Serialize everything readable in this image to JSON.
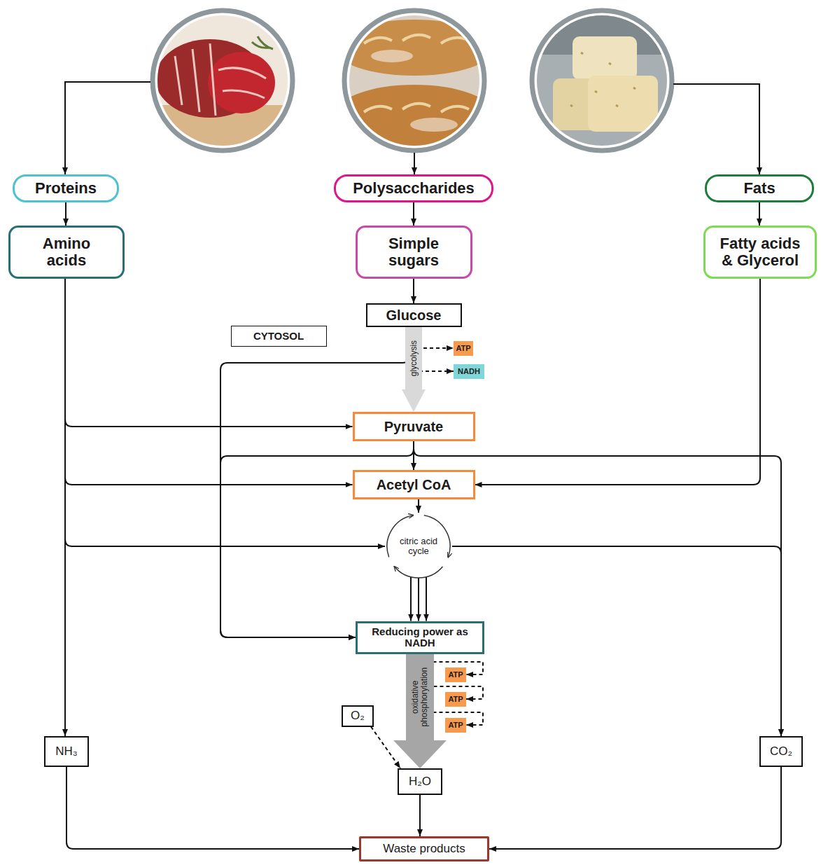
{
  "diagram": {
    "nodes": [
      {
        "text": [
          "Proteins"
        ]
      },
      {
        "text": [
          "Polysaccharides"
        ]
      },
      {
        "text": [
          "Fats"
        ]
      },
      {
        "text": [
          "Amino acids"
        ]
      },
      {
        "text": [
          "Simple sugars"
        ]
      },
      {
        "text": [
          "Fatty acids & Glycerol"
        ]
      },
      {
        "text": [
          "Glucose"
        ]
      },
      {
        "text": [
          "CYTOSOL"
        ]
      },
      {
        "text": [
          "ATP"
        ]
      },
      {
        "text": [
          "NADH"
        ]
      },
      {
        "text": [
          "Pyruvate"
        ]
      },
      {
        "text": [
          "Acetyl CoA"
        ]
      },
      {
        "text": [
          "citric acid cycle"
        ]
      },
      {
        "text": [
          "Reducing power as NADH"
        ]
      },
      {
        "text": [
          "ATP"
        ]
      },
      {
        "text": [
          "ATP"
        ]
      },
      {
        "text": [
          "ATP"
        ]
      },
      {
        "text": [
          "O₂"
        ]
      },
      {
        "text": [
          "NH₃"
        ]
      },
      {
        "text": [
          "CO₂"
        ]
      },
      {
        "text": [
          "H₂O"
        ]
      },
      {
        "text": [
          "Waste products"
        ]
      }
    ],
    "edges": [
      {
        "from": 0,
        "to": 3,
        "arrow": "to"
      },
      {
        "from": 1,
        "to": 4,
        "arrow": "to"
      },
      {
        "from": 2,
        "to": 5,
        "arrow": "to"
      },
      {
        "from": 4,
        "to": 6,
        "arrow": "to"
      },
      {
        "from": 6,
        "to": 10,
        "label": "glycolysis",
        "arrow": "to"
      },
      {
        "from": 6,
        "to": 8,
        "arrow": "to"
      },
      {
        "from": 6,
        "to": 9,
        "arrow": "to"
      },
      {
        "from": 6,
        "to": 13,
        "arrow": "to"
      },
      {
        "from": 3,
        "to": 10,
        "arrow": "to"
      },
      {
        "from": 3,
        "to": 11,
        "arrow": "to"
      },
      {
        "from": 3,
        "to": 12,
        "arrow": "to"
      },
      {
        "from": 3,
        "to": 18,
        "arrow": "to"
      },
      {
        "from": 5,
        "to": 11,
        "arrow": "to"
      },
      {
        "from": 10,
        "to": 11,
        "arrow": "to"
      },
      {
        "from": 10,
        "to": 13,
        "arrow": "to"
      },
      {
        "from": 10,
        "to": 19,
        "arrow": "to"
      },
      {
        "from": 11,
        "to": 12,
        "arrow": "to"
      },
      {
        "from": 12,
        "to": 19,
        "arrow": "to"
      },
      {
        "from": 12,
        "to": 13,
        "arrow": "to"
      },
      {
        "from": 12,
        "to": 13,
        "arrow": "to"
      },
      {
        "from": 12,
        "to": 13,
        "arrow": "to"
      },
      {
        "from": 13,
        "to": 20,
        "label": "oxidative phosphorylation",
        "arrow": "to"
      },
      {
        "from": 13,
        "to": 14,
        "arrow": "to"
      },
      {
        "from": 13,
        "to": 15,
        "arrow": "to"
      },
      {
        "from": 13,
        "to": 16,
        "arrow": "to"
      },
      {
        "from": 17,
        "to": 20,
        "arrow": "to"
      },
      {
        "from": 20,
        "to": 21,
        "arrow": "to"
      },
      {
        "from": 18,
        "to": 21,
        "arrow": "to"
      },
      {
        "from": 19,
        "to": 21,
        "arrow": "to"
      }
    ]
  }
}
